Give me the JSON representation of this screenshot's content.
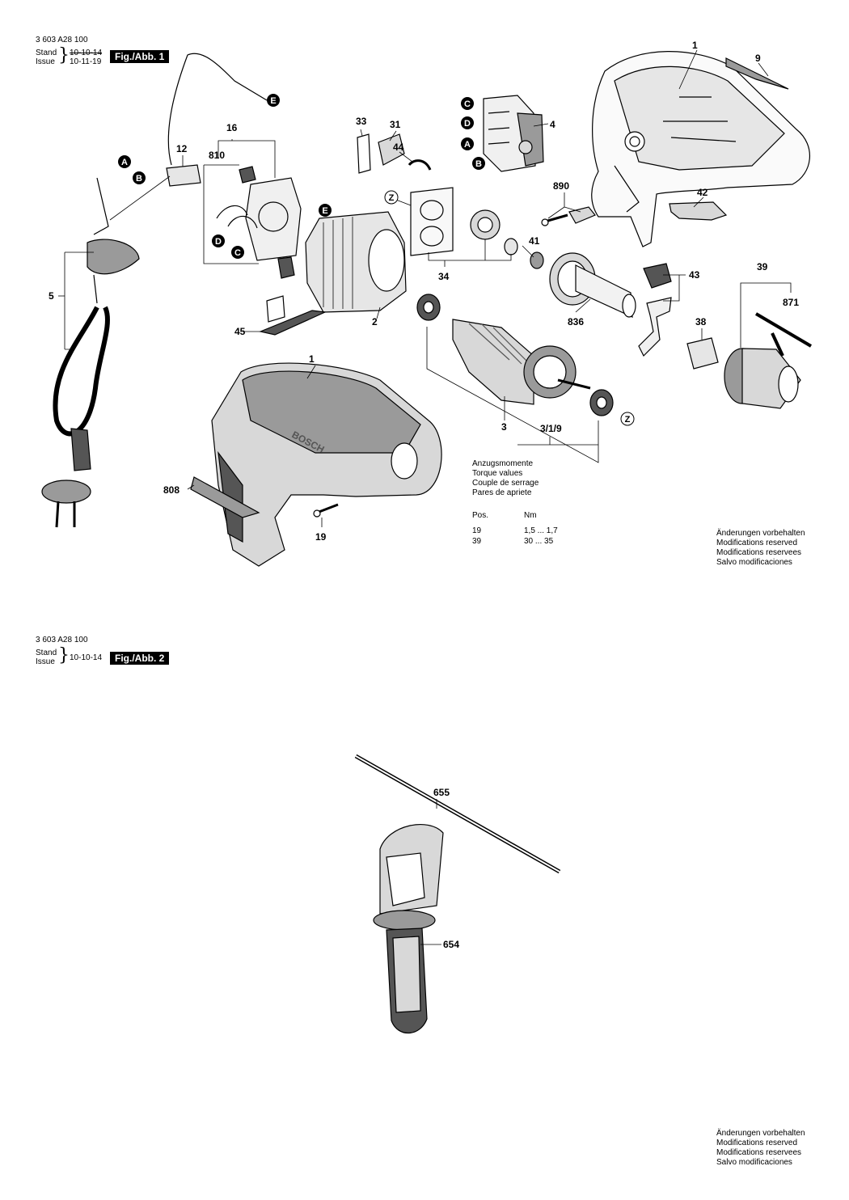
{
  "fig1": {
    "doc_number": "3 603 A28 100",
    "stand_label": "Stand",
    "issue_label": "Issue",
    "date_old": "10-10-14",
    "date_new": "10-11-19",
    "tag": "Fig./Abb. 1"
  },
  "fig2": {
    "doc_number": "3 603 A28 100",
    "stand_label": "Stand",
    "issue_label": "Issue",
    "date": "10-10-14",
    "tag": "Fig./Abb. 2"
  },
  "torque": {
    "heading": [
      "Anzugsmomente",
      "Torque values",
      "Couple de serrage",
      "Pares de apriete"
    ],
    "col_pos": "Pos.",
    "col_nm": "Nm",
    "rows": [
      {
        "pos": "19",
        "nm": "1,5 ... 1,7"
      },
      {
        "pos": "39",
        "nm": "30 ... 35"
      }
    ]
  },
  "notice": [
    "Änderungen vorbehalten",
    "Modifications reserved",
    "Modifications reservees",
    "Salvo modificaciones"
  ],
  "brand": "BOSCH",
  "connector_letters": {
    "A": "A",
    "B": "B",
    "C": "C",
    "D": "D",
    "E": "E",
    "Z": "Z"
  },
  "part_labels": {
    "p1a": "1",
    "p9": "9",
    "p4": "4",
    "p42": "42",
    "p890": "890",
    "p43": "43",
    "p39": "39",
    "p871": "871",
    "p38": "38",
    "p836": "836",
    "p41": "41",
    "p34": "34",
    "p33": "33",
    "p31": "31",
    "p44": "44",
    "p16": "16",
    "p12": "12",
    "p810": "810",
    "p5": "5",
    "p45": "45",
    "p2": "2",
    "p1b": "1",
    "p3": "3",
    "p319": "3/1/9",
    "p808": "808",
    "p19": "19",
    "p655": "655",
    "p654": "654"
  },
  "colors": {
    "ink": "#000000",
    "fill_dark": "#555555",
    "fill_mid": "#9a9a9a",
    "fill_light": "#d8d8d8",
    "paper": "#ffffff"
  }
}
